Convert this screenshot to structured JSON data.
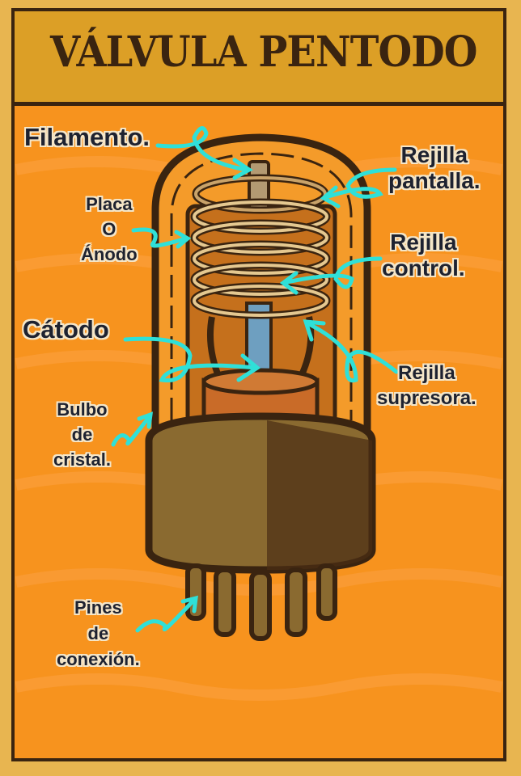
{
  "title": "VÁLVULA PENTODO",
  "labels": {
    "filamento": [
      "Filamento."
    ],
    "rejilla_pantalla": [
      "Rejilla",
      "pantalla."
    ],
    "placa": [
      "Placa",
      "O",
      "Ánodo"
    ],
    "rejilla_control": [
      "Rejilla",
      "control."
    ],
    "catodo": [
      "Cátodo"
    ],
    "rejilla_supresora": [
      "Rejilla",
      "supresora."
    ],
    "bulbo": [
      "Bulbo",
      "de",
      "cristal."
    ],
    "pines": [
      "Pines",
      "de",
      "conexión."
    ]
  },
  "colors": {
    "background": "#f7931e",
    "title_band": "#dc9f26",
    "ink": "#3a2410",
    "arrow": "#2fe0d8"
  }
}
